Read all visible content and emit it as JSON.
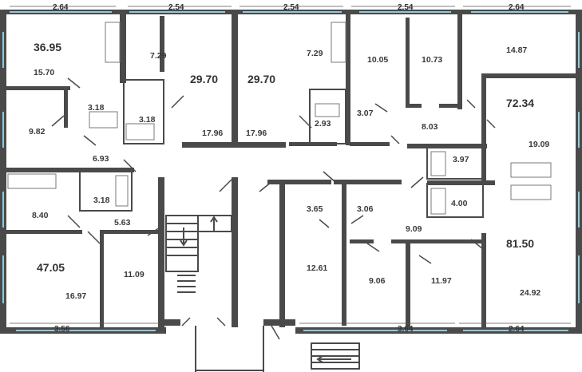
{
  "colors": {
    "wall": "#4a4a4a",
    "window": "#8ec9dd",
    "background": "#ffffff"
  },
  "dimensions_top": [
    "2.64",
    "2.54",
    "2.54",
    "2.54",
    "2.64"
  ],
  "dimensions_bottom": [
    "3.56",
    "3.64",
    "2.64"
  ],
  "apartments": {
    "a1_total": "36.95",
    "a2_total": "29.70",
    "a3_total": "29.70",
    "a4_total": "72.34",
    "a5_total": "47.05",
    "a6_total": "81.50"
  },
  "rooms": {
    "r1": "15.70",
    "r2": "7.29",
    "r3": "3.18",
    "r4": "3.18",
    "r5": "9.82",
    "r6": "6.93",
    "r7": "17.96",
    "r8": "17.96",
    "r9": "7.29",
    "r10": "2.93",
    "r11": "10.05",
    "r12": "10.73",
    "r13": "14.87",
    "r14": "3.07",
    "r15": "8.03",
    "r16": "3.97",
    "r17": "19.09",
    "r18": "3.18",
    "r19": "8.40",
    "r20": "5.63",
    "r21": "3.65",
    "r22": "3.06",
    "r23": "9.09",
    "r24": "4.00",
    "r25": "16.97",
    "r26": "11.09",
    "r27": "12.61",
    "r28": "9.06",
    "r29": "11.97",
    "r30": "24.92"
  }
}
